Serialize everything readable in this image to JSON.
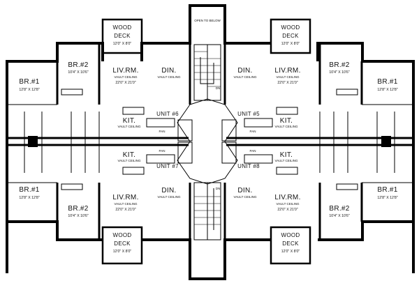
{
  "labels": {
    "open_to_below": "OPEN TO BELOW",
    "wood": "WOOD",
    "deck": "DECK",
    "deck_size": "12'0\" X 8'0\"",
    "liv_rm": "LIV.RM.",
    "vault_ceiling": "VAULT CEILING",
    "liv_size": "22'0\" X 21'0\"",
    "din": "DIN.",
    "br1": "BR.#1",
    "br1_size": "12'8\" X 12'8\"",
    "br2": "BR.#2",
    "br2_size": "10'4\" X 10'6\"",
    "kit": "KIT.",
    "unit5": "UNIT #5",
    "unit6": "UNIT #6",
    "unit7": "UNIT #7",
    "unit8": "UNIT #8",
    "dn": "DN",
    "pan": "PAN"
  }
}
